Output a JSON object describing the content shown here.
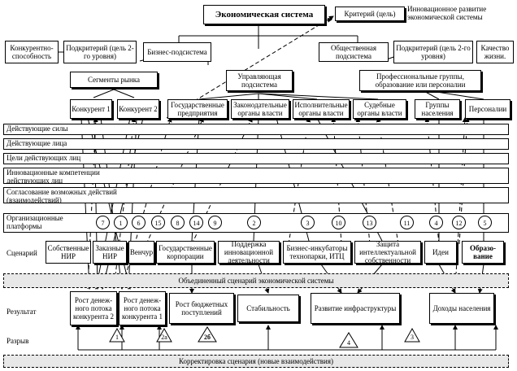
{
  "top": {
    "system": "Экономическая система",
    "criterion": "Критерий (цель)",
    "innovative": "Инновационное развитие экономической системы"
  },
  "subsystems": {
    "competitiveness": "Конкурентно-способность",
    "subcriterion_left": "Подкритерий (цель 2-го уровня)",
    "business": "Бизнес-подсистема",
    "public": "Общественная подсистема",
    "subcriterion_right": "Подкритерий (цель 2-го уровня)",
    "life_quality": "Качество жизни."
  },
  "groups": {
    "market_segments": "Сегменты рынка",
    "management": "Управляющая подсистема",
    "professional": "Профессиональные группы, образование или персоналии"
  },
  "actors": [
    "Конкурент 1",
    "Конкурент 2",
    "Государственные предприятия",
    "Законодательные органы власти",
    "Исполнительные органы власти",
    "Судебные органы власти",
    "Группы населения",
    "Персоналии"
  ],
  "bands": {
    "forces": "Действующие силы",
    "persons": "Действующие лица",
    "goals": "Цели действующих лиц",
    "competencies": "Инновационные компетенции действующих лиц",
    "coordination": "Согласование возможных действий (взаимодействий)",
    "platforms": "Организационные платформы",
    "scenario": "Сценарий",
    "joint": "Объединенный сценарий экономической системы",
    "result": "Результат",
    "gap": "Разрыв",
    "correction": "Корректировка сценария (новые взаимодействия)"
  },
  "platform_numbers": [
    "7",
    "1",
    "6",
    "15",
    "8",
    "14",
    "9",
    "2",
    "3",
    "10",
    "13",
    "11",
    "4",
    "12",
    "5"
  ],
  "scenarios": [
    "Собственные НИР",
    "Заказные НИР",
    "Венчур",
    "Государственные корпорации",
    "Поддержка инновационной деятельности",
    "Бизнес-инкубаторы технопарки, ИТЦ",
    "Защита интеллектуальной собственности",
    "Идеи",
    "Образо-вание"
  ],
  "results": [
    "Рост денеж-ного потока конкурента 2",
    "Рост денеж-ного потока конкурента 1",
    "Рост бюджетных поступлений",
    "Стабильность",
    "Развитие инфраструктуры",
    "Доходы населения"
  ],
  "gaps": [
    "1",
    "2а",
    "2б",
    "4",
    "3"
  ]
}
